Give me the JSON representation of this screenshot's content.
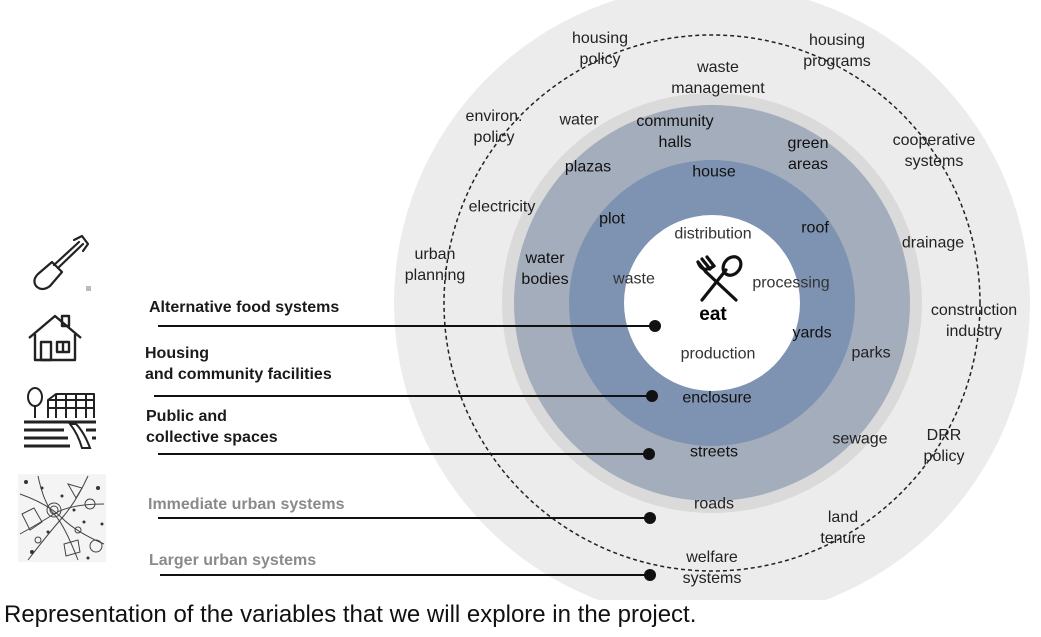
{
  "colors": {
    "outer_ring": "#ececec",
    "middle_ring": "#dadada",
    "community_ring": "#a4adbb",
    "house_ring": "#7e93b1",
    "core": "#ffffff"
  },
  "center": {
    "title": "eat",
    "icon": "fork-spoon-icon",
    "labels": [
      "distribution",
      "processing",
      "production",
      "waste"
    ]
  },
  "rings": {
    "house": [
      "house",
      "roof",
      "plot",
      "yards",
      "enclosure"
    ],
    "community": [
      "community\nhalls",
      "green\nareas",
      "plazas",
      "water\nbodies",
      "streets"
    ],
    "urban": [
      "waste\nmanagement",
      "water",
      "electricity",
      "parks",
      "sewage",
      "roads"
    ],
    "larger": [
      "housing\npolicy",
      "housing\nprograms",
      "environ.\npolicy",
      "cooperative\nsystems",
      "urban\nplanning",
      "drainage",
      "construction\nindustry",
      "DRR\npolicy",
      "land\ntenure",
      "welfare\nsystems"
    ]
  },
  "legend": [
    {
      "label": "Alternative food systems",
      "icon": "shovel-icon"
    },
    {
      "label": "Housing\nand community facilities",
      "icon": "house-icon"
    },
    {
      "label": "Public and\ncollective spaces",
      "icon": "greenhouse-field-icon"
    },
    {
      "label": "Immediate urban systems",
      "icon": "urban-map-icon"
    },
    {
      "label": "Larger urban systems",
      "icon": ""
    }
  ],
  "caption": "Representation of the variables that we will explore in the project."
}
